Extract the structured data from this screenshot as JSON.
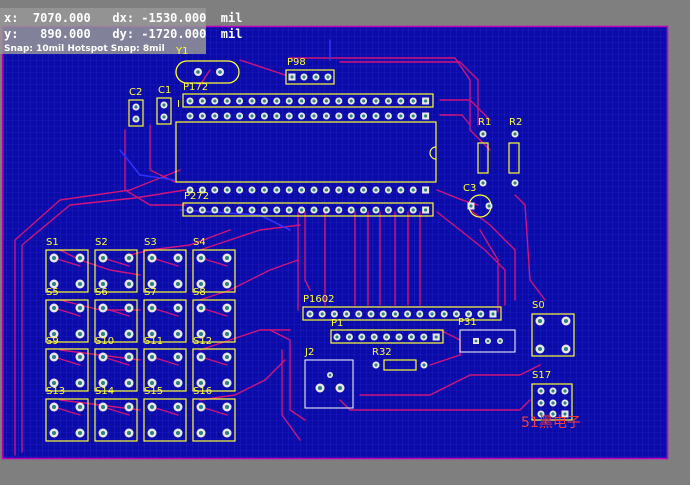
{
  "hud": {
    "line1": "x:  7070.000   dx: -1530.000  mil",
    "line2": "y:   890.000   dy: -1720.000  mil",
    "snap": "Snap: 10mil Hotspot Snap: 8mil"
  },
  "labels": {
    "y1": "Y1",
    "p98": "P98",
    "p172": "P172",
    "i": "I",
    "c2": "C2",
    "c1": "C1",
    "r1": "R1",
    "r2": "R2",
    "c3": "C3",
    "p272": "P272",
    "p1602": "P1602",
    "p1": "P1",
    "p31": "P31",
    "j2": "J2",
    "r32": "R32",
    "s0": "S0",
    "s17": "S17",
    "s1": "S1",
    "s2": "S2",
    "s3": "S3",
    "s4": "S4",
    "s5": "S5",
    "s6": "S6",
    "s7": "S7",
    "s8": "S8",
    "s9": "S9",
    "s10": "S10",
    "s11": "S11",
    "s12": "S12",
    "s13": "S13",
    "s14": "S14",
    "s15": "S15",
    "s16": "S16"
  },
  "watermark": "51黑电子",
  "colors": {
    "board": "#0b0ba8",
    "grid": "#2a2ad0",
    "outline": "#c000c0",
    "trace_top": "#d0147a",
    "trace_bottom": "#3030ff",
    "silk": "#ffff33",
    "pad": "#e8e8e8",
    "hole": "#2d8080",
    "hud_text": "#ffffff"
  }
}
